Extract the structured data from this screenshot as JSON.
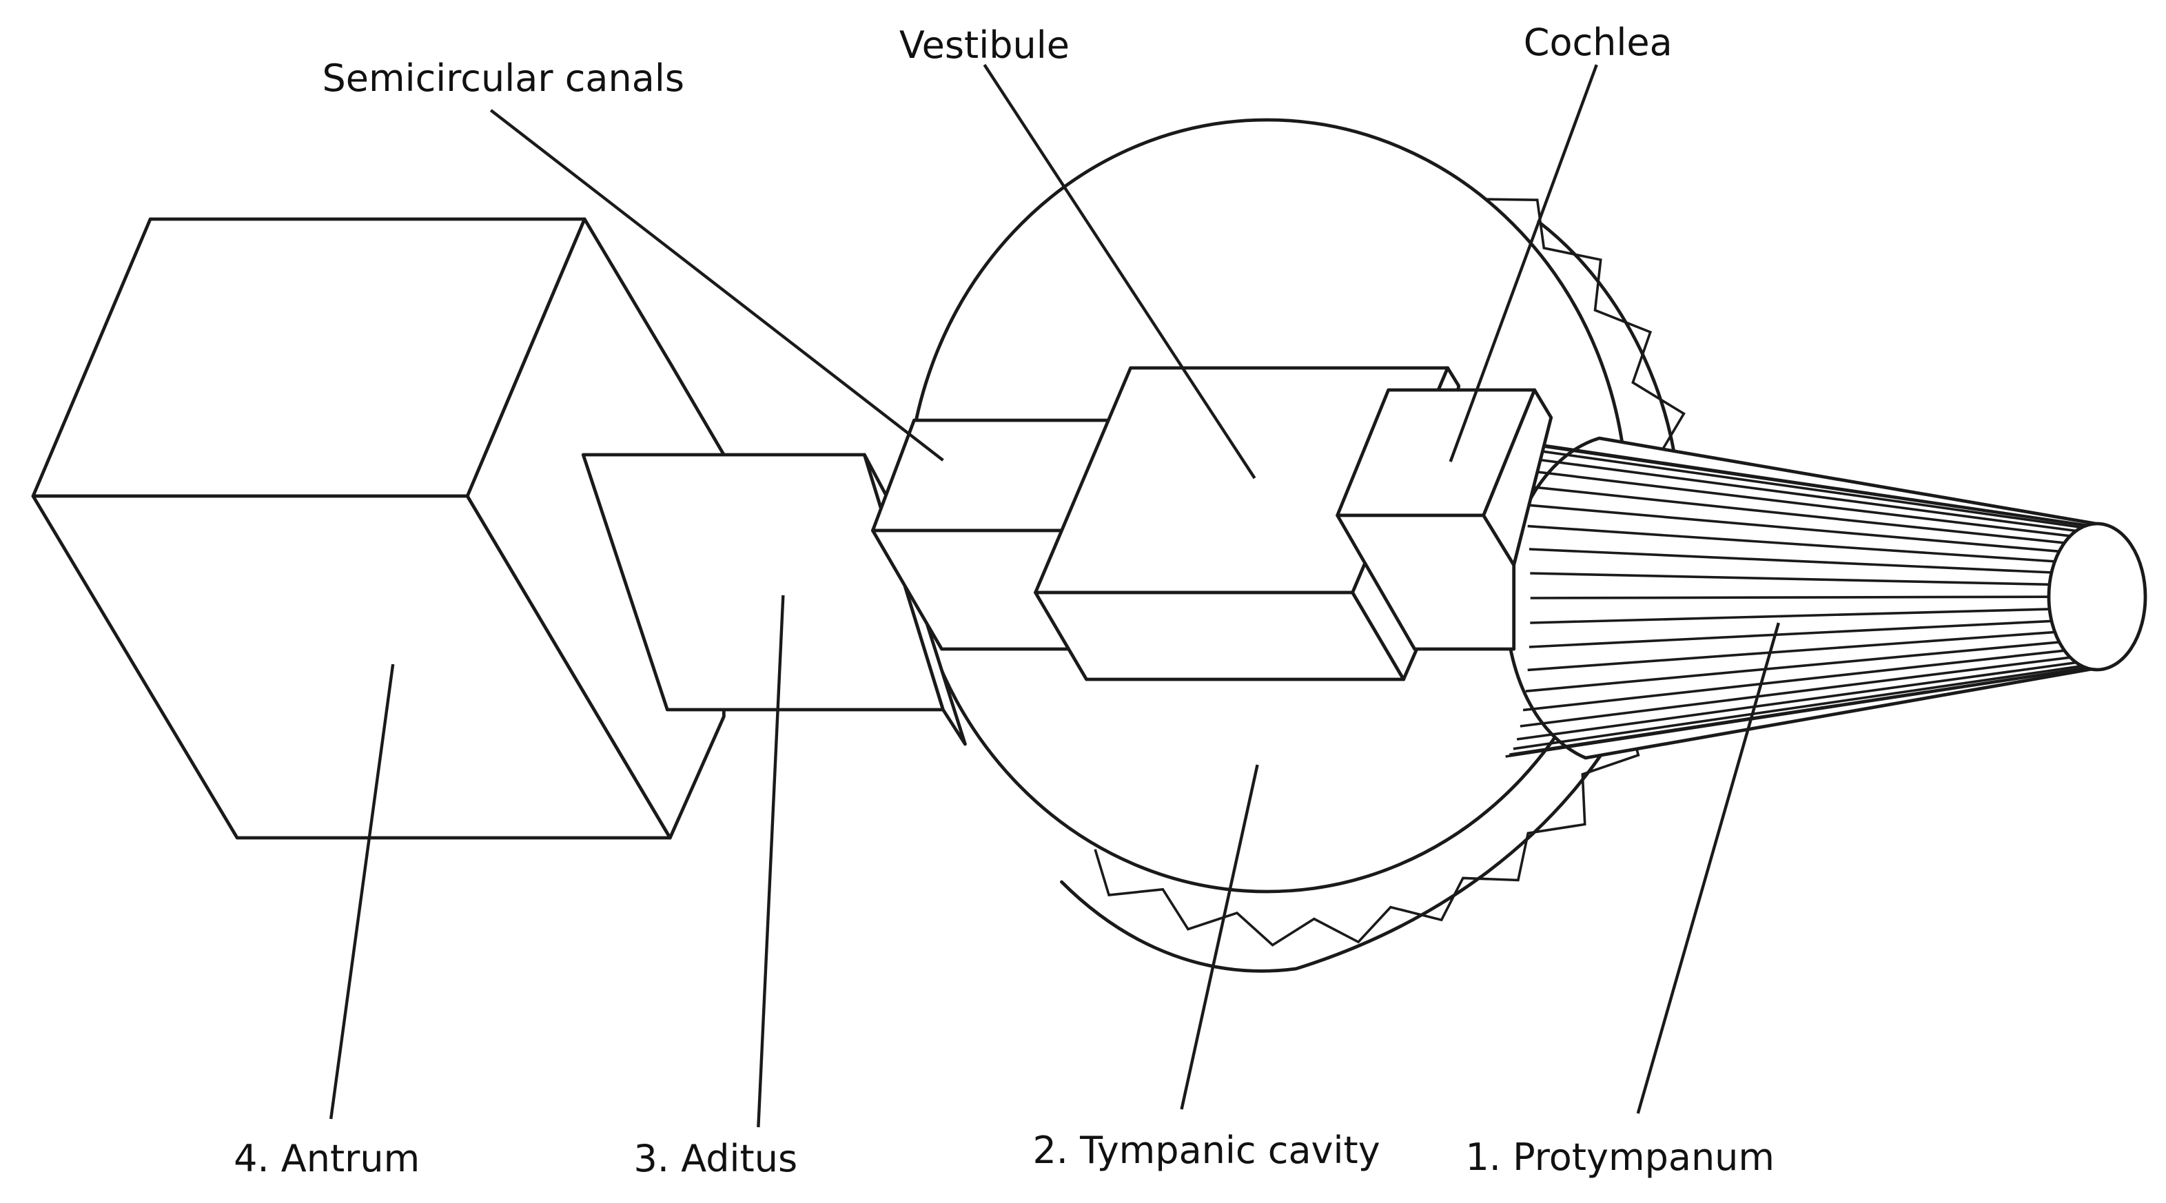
{
  "labels": {
    "semicircular_canals": "Semicircular canals",
    "vestibule": "Vestibule",
    "cochlea": "Cochlea",
    "antrum": "4. Antrum",
    "aditus": "3. Aditus",
    "tympanic_cavity": "2. Tympanic cavity",
    "protympanum": "1. Protympanum"
  }
}
